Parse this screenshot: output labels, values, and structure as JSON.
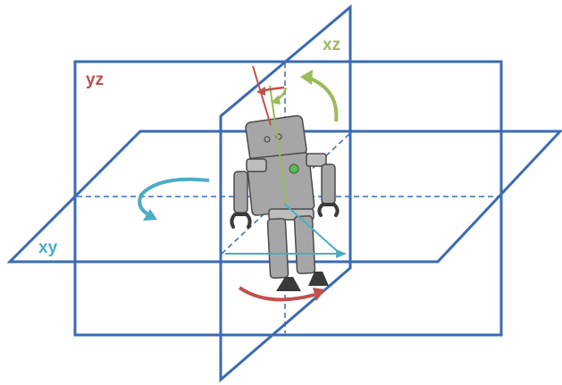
{
  "labels": {
    "yz": "yz",
    "xz": "xz",
    "xy": "xy"
  },
  "colors": {
    "plane_blue": "#3b6ab3",
    "axis_red": "#c0504d",
    "axis_green": "#9bbb59",
    "axis_cyan": "#4bacc6",
    "robot_body": "#a6a6a6",
    "robot_dark": "#3a3a3a",
    "robot_eye_green": "#5cb85c",
    "label_red": "#c0504d",
    "label_green": "#9bbb59",
    "label_cyan": "#4bacc6"
  },
  "icons": {
    "robot": "robot-icon",
    "rotation_arrow_yz": "curved-arrow-red-icon",
    "rotation_arrow_xz": "curved-arrow-green-icon",
    "rotation_arrow_xy": "curved-arrow-cyan-icon"
  }
}
